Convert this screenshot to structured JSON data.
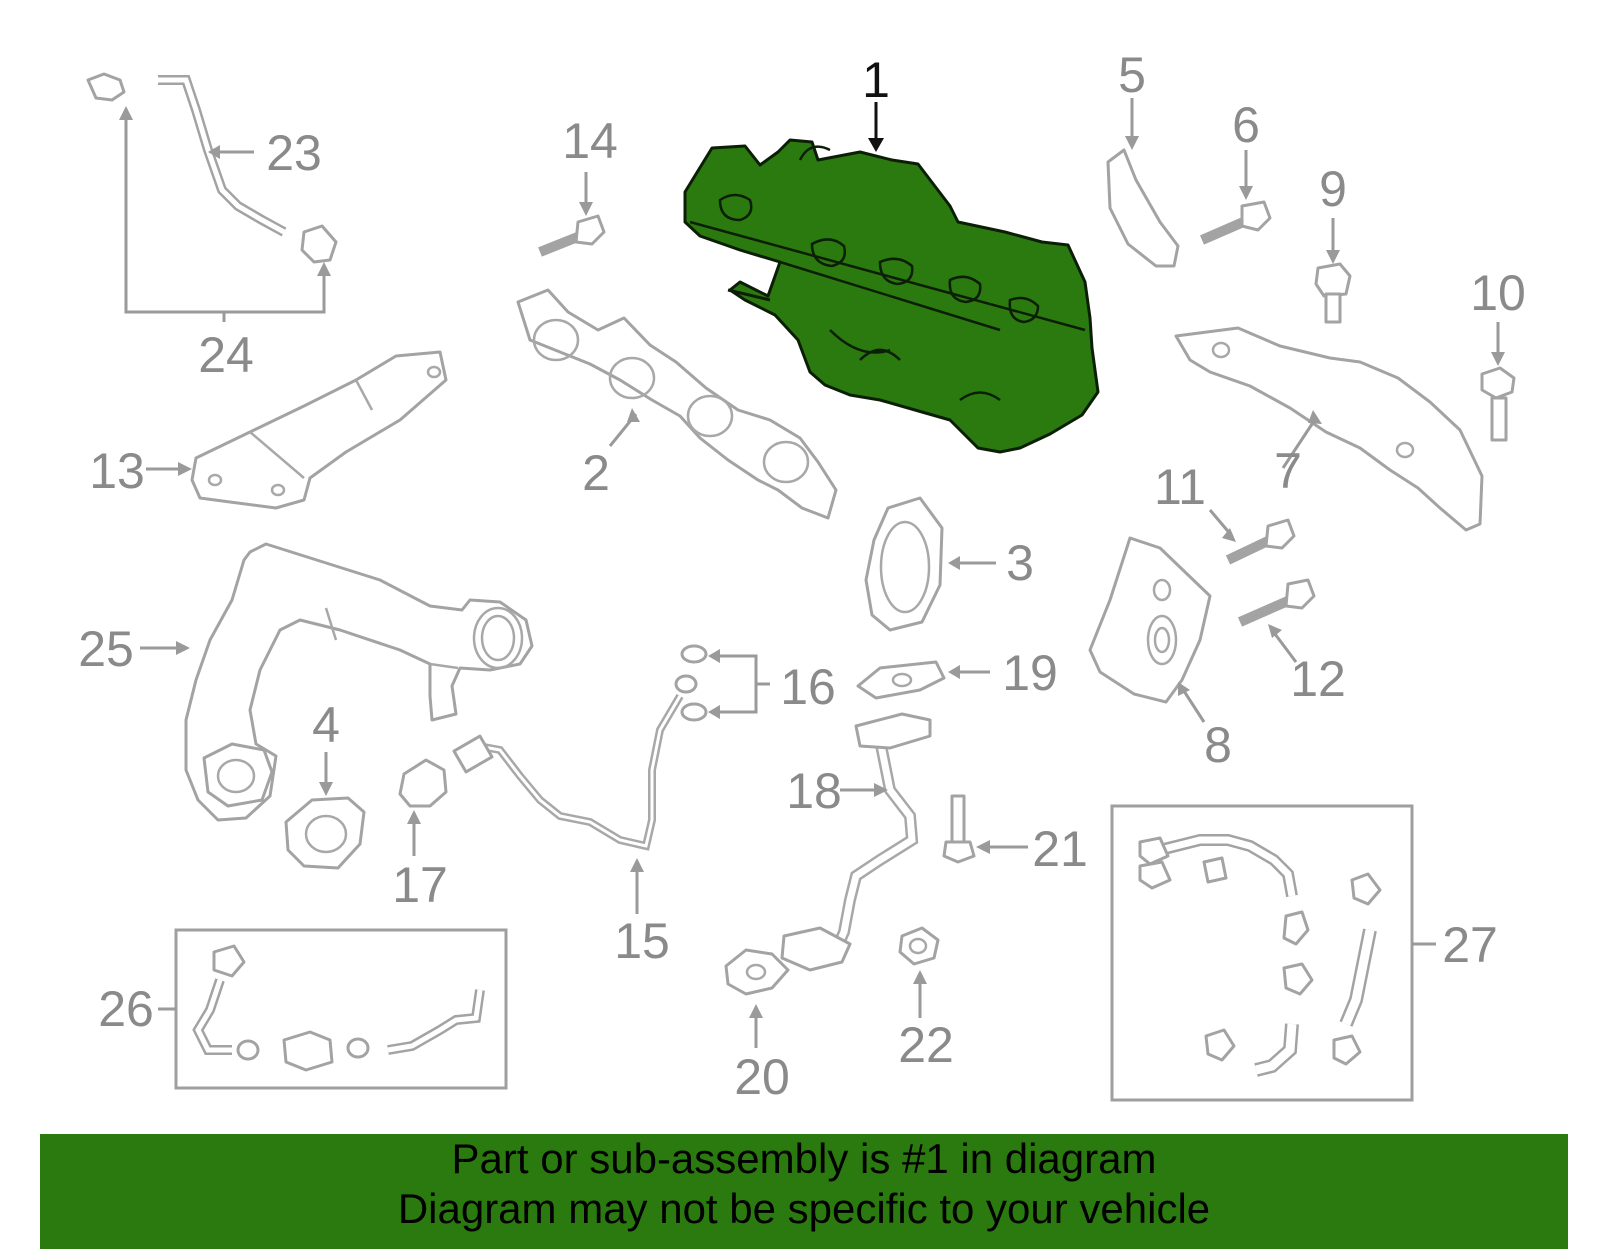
{
  "colors": {
    "highlight": "#2b7a0f",
    "banner_bg": "#2b7a0f",
    "part_stroke": "#a3a3a3",
    "label": "#8a8a8a"
  },
  "labels": {
    "p1": "1",
    "p2": "2",
    "p3": "3",
    "p4": "4",
    "p5": "5",
    "p6": "6",
    "p7": "7",
    "p8": "8",
    "p9": "9",
    "p10": "10",
    "p11": "11",
    "p12": "12",
    "p13": "13",
    "p14": "14",
    "p15": "15",
    "p16": "16",
    "p17": "17",
    "p18": "18",
    "p19": "19",
    "p20": "20",
    "p21": "21",
    "p22": "22",
    "p23": "23",
    "p24": "24",
    "p25": "25",
    "p26": "26",
    "p27": "27"
  },
  "banner": {
    "line1": "Part or sub-assembly is #1 in diagram",
    "line2": "Diagram may not be specific to your vehicle"
  }
}
